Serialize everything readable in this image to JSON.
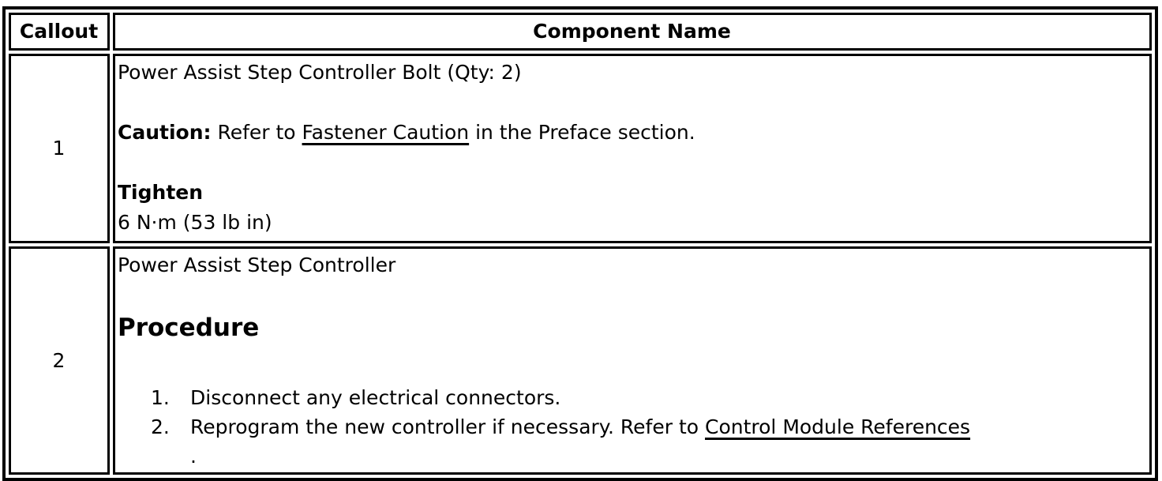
{
  "page": {
    "background_color": "#ffffff",
    "text_color": "#000000",
    "border_color": "#000000"
  },
  "table": {
    "header": {
      "callout": "Callout",
      "component": "Component Name"
    },
    "rows": [
      {
        "callout": "1",
        "component_name": "Power Assist Step Controller Bolt (Qty: 2)",
        "caution": {
          "label": "Caution:",
          "pre": " Refer to ",
          "link": "Fastener Caution",
          "post": " in the Preface section."
        },
        "tighten": {
          "label": "Tighten",
          "spec": "6 N·m (53 lb in)"
        }
      },
      {
        "callout": "2",
        "component_name": "Power Assist Step Controller",
        "procedure": {
          "heading": "Procedure",
          "steps": [
            {
              "num": "1.",
              "text": "Disconnect any electrical connectors."
            },
            {
              "num": "2.",
              "pre": "Reprogram the new controller if necessary. Refer to ",
              "link": "Control Module References",
              "post": " ."
            }
          ]
        }
      }
    ]
  }
}
